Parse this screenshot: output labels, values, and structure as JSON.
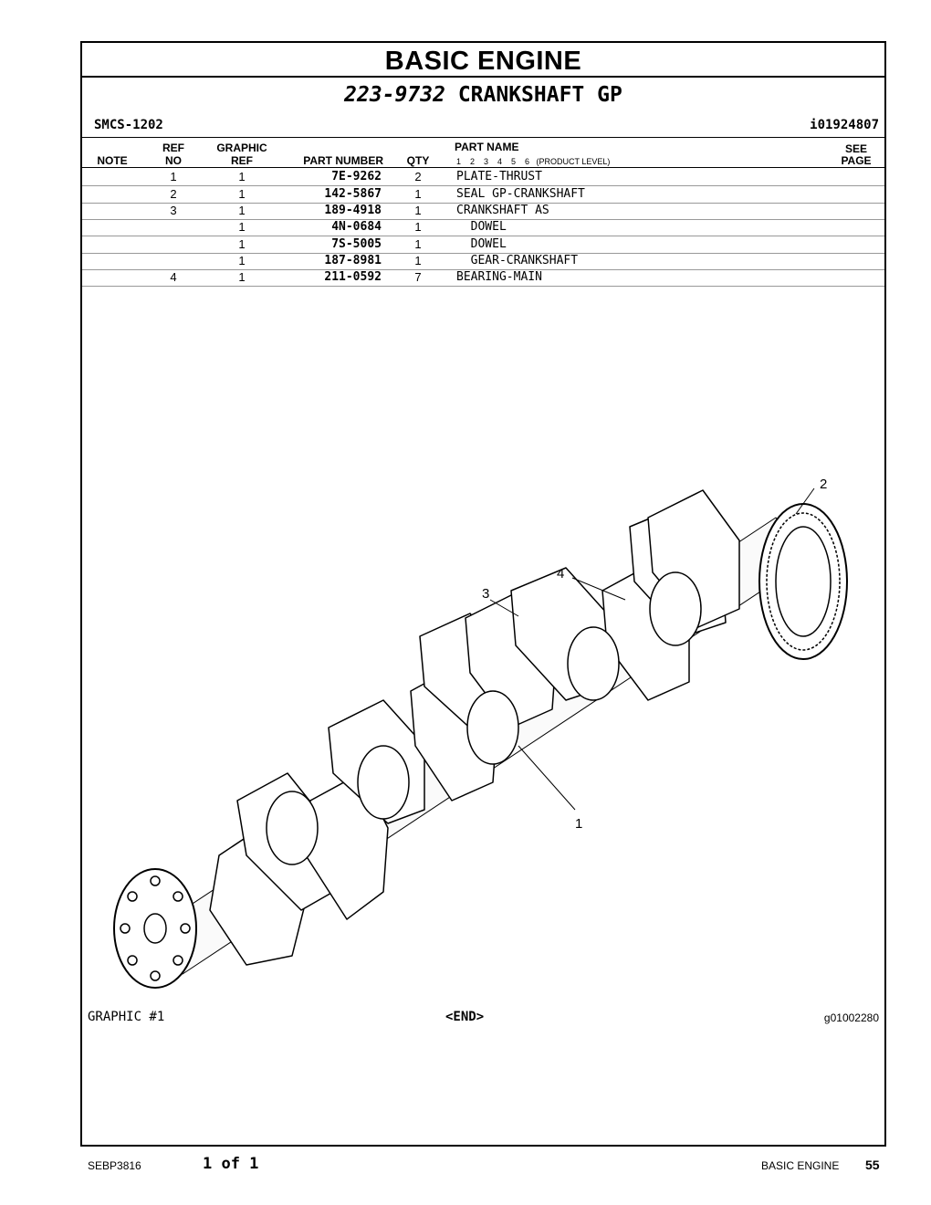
{
  "header": {
    "section_title": "BASIC ENGINE",
    "group_number": "223-9732",
    "group_name": "CRANKSHAFT GP",
    "smcs": "SMCS-1202",
    "illustration_id": "i01924807"
  },
  "table": {
    "headers": {
      "note": "NOTE",
      "ref_top": "REF",
      "ref_bottom": "NO",
      "graphic_top": "GRAPHIC",
      "graphic_bottom": "REF",
      "part_number": "PART NUMBER",
      "qty": "QTY",
      "part_name": "PART NAME",
      "levels": "1    2    3    4    5    6   (PRODUCT LEVEL)",
      "see_top": "SEE",
      "see_bottom": "PAGE"
    },
    "rows": [
      {
        "ref": "1",
        "graphic": "1",
        "part": "7E-9262",
        "qty": "2",
        "name": "PLATE-THRUST"
      },
      {
        "ref": "2",
        "graphic": "1",
        "part": "142-5867",
        "qty": "1",
        "name": "SEAL GP-CRANKSHAFT"
      },
      {
        "ref": "3",
        "graphic": "1",
        "part": "189-4918",
        "qty": "1",
        "name": "CRANKSHAFT AS"
      },
      {
        "ref": "",
        "graphic": "1",
        "part": "4N-0684",
        "qty": "1",
        "name": "  DOWEL"
      },
      {
        "ref": "",
        "graphic": "1",
        "part": "7S-5005",
        "qty": "1",
        "name": "  DOWEL"
      },
      {
        "ref": "",
        "graphic": "1",
        "part": "187-8981",
        "qty": "1",
        "name": "  GEAR-CRANKSHAFT"
      },
      {
        "ref": "4",
        "graphic": "1",
        "part": "211-0592",
        "qty": "7",
        "name": "BEARING-MAIN"
      }
    ]
  },
  "drawing": {
    "callouts": [
      "1",
      "2",
      "3",
      "4"
    ]
  },
  "graphic_footer": {
    "graphic_label": "GRAPHIC #1",
    "end_label": "<END>",
    "graphic_number": "g01002280"
  },
  "footer": {
    "doc_number": "SEBP3816",
    "page_of": "1 of 1",
    "section": "BASIC ENGINE",
    "page_number": "55"
  }
}
